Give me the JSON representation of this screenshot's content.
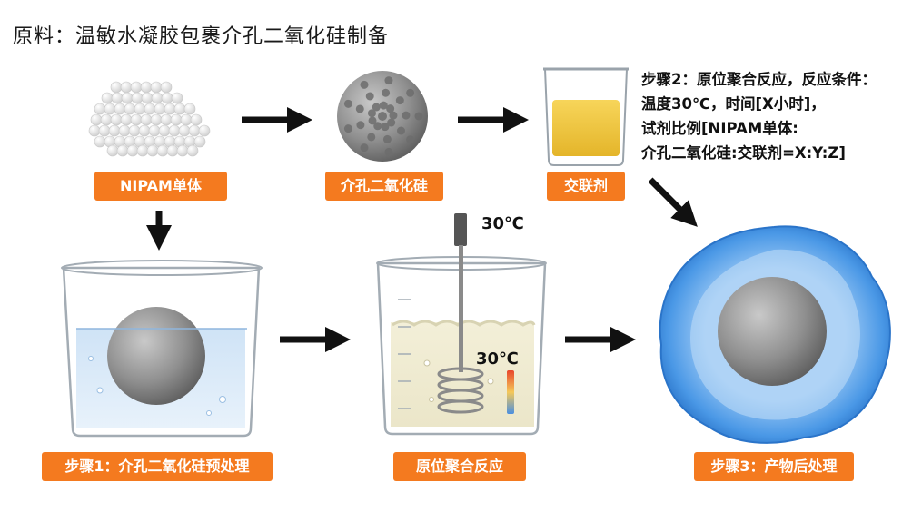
{
  "title": "原料：温敏水凝胶包裹介孔二氧化硅制备",
  "labels": {
    "monomer": "NIPAM单体",
    "silica": "介孔二氧化硅",
    "crosslinker": "交联剂",
    "step1": "步骤1：介孔二氧化硅预处理",
    "polymerization": "原位聚合反应",
    "step3": "步骤3：产物后处理"
  },
  "note": {
    "line1": "步骤2：原位聚合反应，反应条件：",
    "line2": "温度30℃，时间[X小时]，",
    "line3": "试剂比例[NIPAM单体:",
    "line4": "介孔二氧化硅:交联剂=X:Y:Z]"
  },
  "temps": {
    "probe": "30℃",
    "thermometer": "30℃"
  },
  "colors": {
    "label_bg": "#f47a1f",
    "hydrogel": "#3d8fe0",
    "arrow": "#111111"
  }
}
